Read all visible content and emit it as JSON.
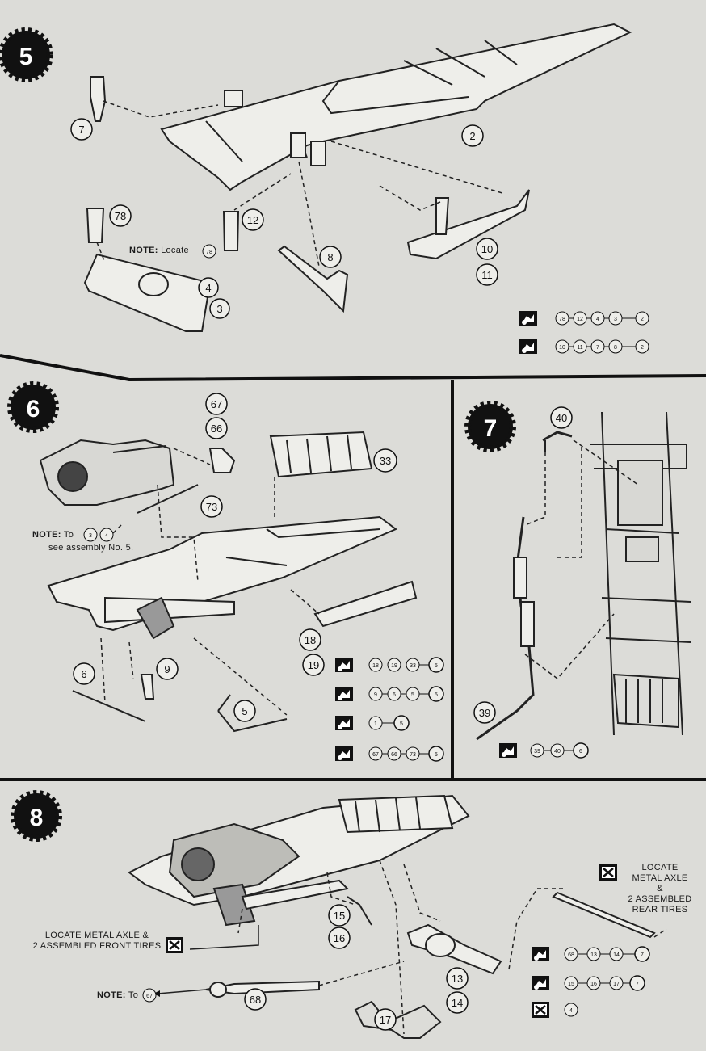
{
  "steps": {
    "step5": {
      "number": "5",
      "callouts": [
        "7",
        "2",
        "78",
        "12",
        "8",
        "10",
        "11",
        "4",
        "3"
      ],
      "note": {
        "label": "NOTE:",
        "text": "Locate",
        "ref": "78"
      },
      "sequences": [
        [
          "78",
          "12",
          "4",
          "3",
          "2"
        ],
        [
          "10",
          "11",
          "7",
          "8",
          "2"
        ]
      ]
    },
    "step6": {
      "number": "6",
      "callouts": [
        "67",
        "66",
        "73",
        "33",
        "18",
        "19",
        "6",
        "9",
        "5"
      ],
      "note": {
        "label": "NOTE:",
        "text": "To",
        "refs": [
          "3",
          "4"
        ],
        "text2": "see assembly No. 5."
      },
      "sequences": [
        [
          "18",
          "19",
          "33",
          "5"
        ],
        [
          "9",
          "6",
          "5",
          "5"
        ],
        [
          "1",
          "5"
        ],
        [
          "67",
          "66",
          "73",
          "5"
        ]
      ]
    },
    "step7": {
      "number": "7",
      "callouts": [
        "40",
        "39"
      ],
      "sequences": [
        [
          "39",
          "40",
          "6"
        ]
      ]
    },
    "step8": {
      "number": "8",
      "callouts": [
        "15",
        "16",
        "13",
        "14",
        "68",
        "17"
      ],
      "front_note": {
        "line1": "LOCATE METAL AXLE &",
        "line2": "2 ASSEMBLED FRONT TIRES"
      },
      "rear_note": {
        "line1": "LOCATE",
        "line2": "METAL AXLE",
        "line3": "&",
        "line4": "2 ASSEMBLED",
        "line5": "REAR TIRES"
      },
      "note": {
        "label": "NOTE:",
        "text": "To",
        "ref": "67"
      },
      "sequences": [
        [
          "68",
          "13",
          "14",
          "7"
        ],
        [
          "15",
          "16",
          "17",
          "7"
        ],
        [
          "4"
        ]
      ]
    }
  }
}
